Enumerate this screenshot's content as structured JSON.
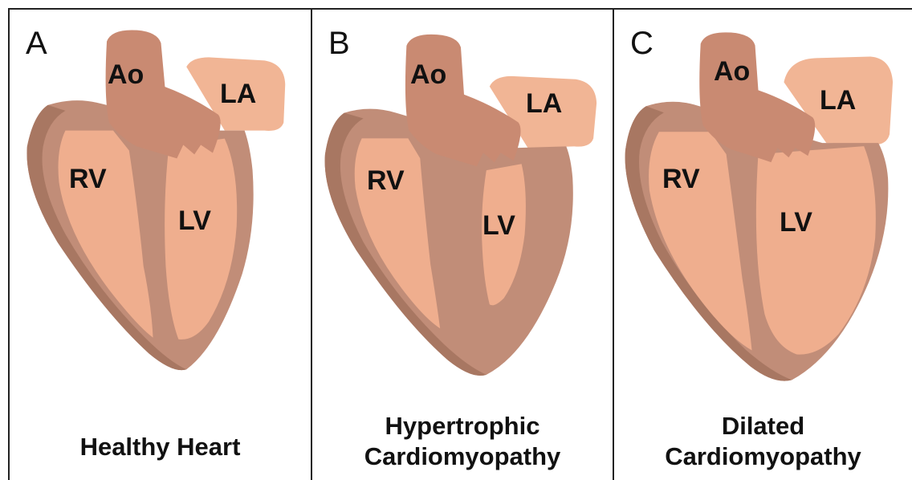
{
  "colors": {
    "wall": "#c18d78",
    "wall_dark": "#a87762",
    "chamber": "#efae8e",
    "aorta": "#c98a72",
    "atrium": "#f1b595",
    "border": "#222222"
  },
  "panels": [
    {
      "letter": "A",
      "labels": {
        "ao": "Ao",
        "la": "LA",
        "rv": "RV",
        "lv": "LV"
      },
      "caption_lines": [
        "Healthy Heart"
      ]
    },
    {
      "letter": "B",
      "labels": {
        "ao": "Ao",
        "la": "LA",
        "rv": "RV",
        "lv": "LV"
      },
      "caption_lines": [
        "Hypertrophic",
        "Cardiomyopathy"
      ]
    },
    {
      "letter": "C",
      "labels": {
        "ao": "Ao",
        "la": "LA",
        "rv": "RV",
        "lv": "LV"
      },
      "caption_lines": [
        "Dilated",
        "Cardiomyopathy"
      ]
    }
  ]
}
